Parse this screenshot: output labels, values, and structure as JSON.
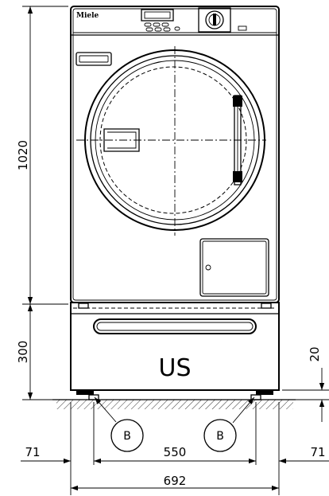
{
  "brand": "Miele",
  "pedestal_label": "US",
  "dimensions": {
    "overall_height": "1020",
    "pedestal_height": "300",
    "foot_height": "20",
    "left_foot_offset": "71",
    "right_foot_offset": "71",
    "feet_spacing": "550",
    "overall_width": "692"
  },
  "callouts": {
    "left": "B",
    "right": "B"
  }
}
